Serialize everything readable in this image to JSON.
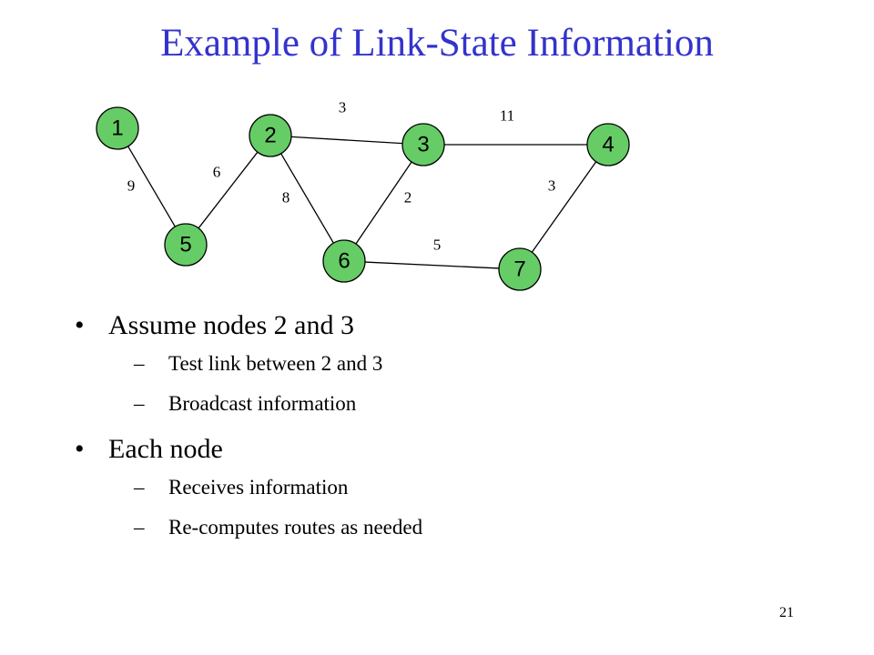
{
  "slide": {
    "title": "Example of Link-State Information",
    "page_number": "21",
    "title_color": "#3333cc"
  },
  "network": {
    "node_color": "#66cc66",
    "nodes": [
      {
        "id": "1",
        "label": "1"
      },
      {
        "id": "2",
        "label": "2"
      },
      {
        "id": "3",
        "label": "3"
      },
      {
        "id": "4",
        "label": "4"
      },
      {
        "id": "5",
        "label": "5"
      },
      {
        "id": "6",
        "label": "6"
      },
      {
        "id": "7",
        "label": "7"
      }
    ],
    "links": [
      {
        "from": "1",
        "to": "5",
        "cost": "9"
      },
      {
        "from": "5",
        "to": "2",
        "cost": "6"
      },
      {
        "from": "2",
        "to": "3",
        "cost": "3"
      },
      {
        "from": "2",
        "to": "6",
        "cost": "8"
      },
      {
        "from": "3",
        "to": "6",
        "cost": "2"
      },
      {
        "from": "3",
        "to": "4",
        "cost": "11"
      },
      {
        "from": "4",
        "to": "7",
        "cost": "3"
      },
      {
        "from": "6",
        "to": "7",
        "cost": "5"
      }
    ]
  },
  "bullets": [
    {
      "mark": "•",
      "text": "Assume nodes 2 and 3",
      "subitems": [
        {
          "mark": "–",
          "text": "Test link between 2 and 3"
        },
        {
          "mark": "–",
          "text": "Broadcast information"
        }
      ]
    },
    {
      "mark": "•",
      "text": "Each node",
      "subitems": [
        {
          "mark": "–",
          "text": "Receives information"
        },
        {
          "mark": "–",
          "text": "Re-computes routes as needed"
        }
      ]
    }
  ]
}
